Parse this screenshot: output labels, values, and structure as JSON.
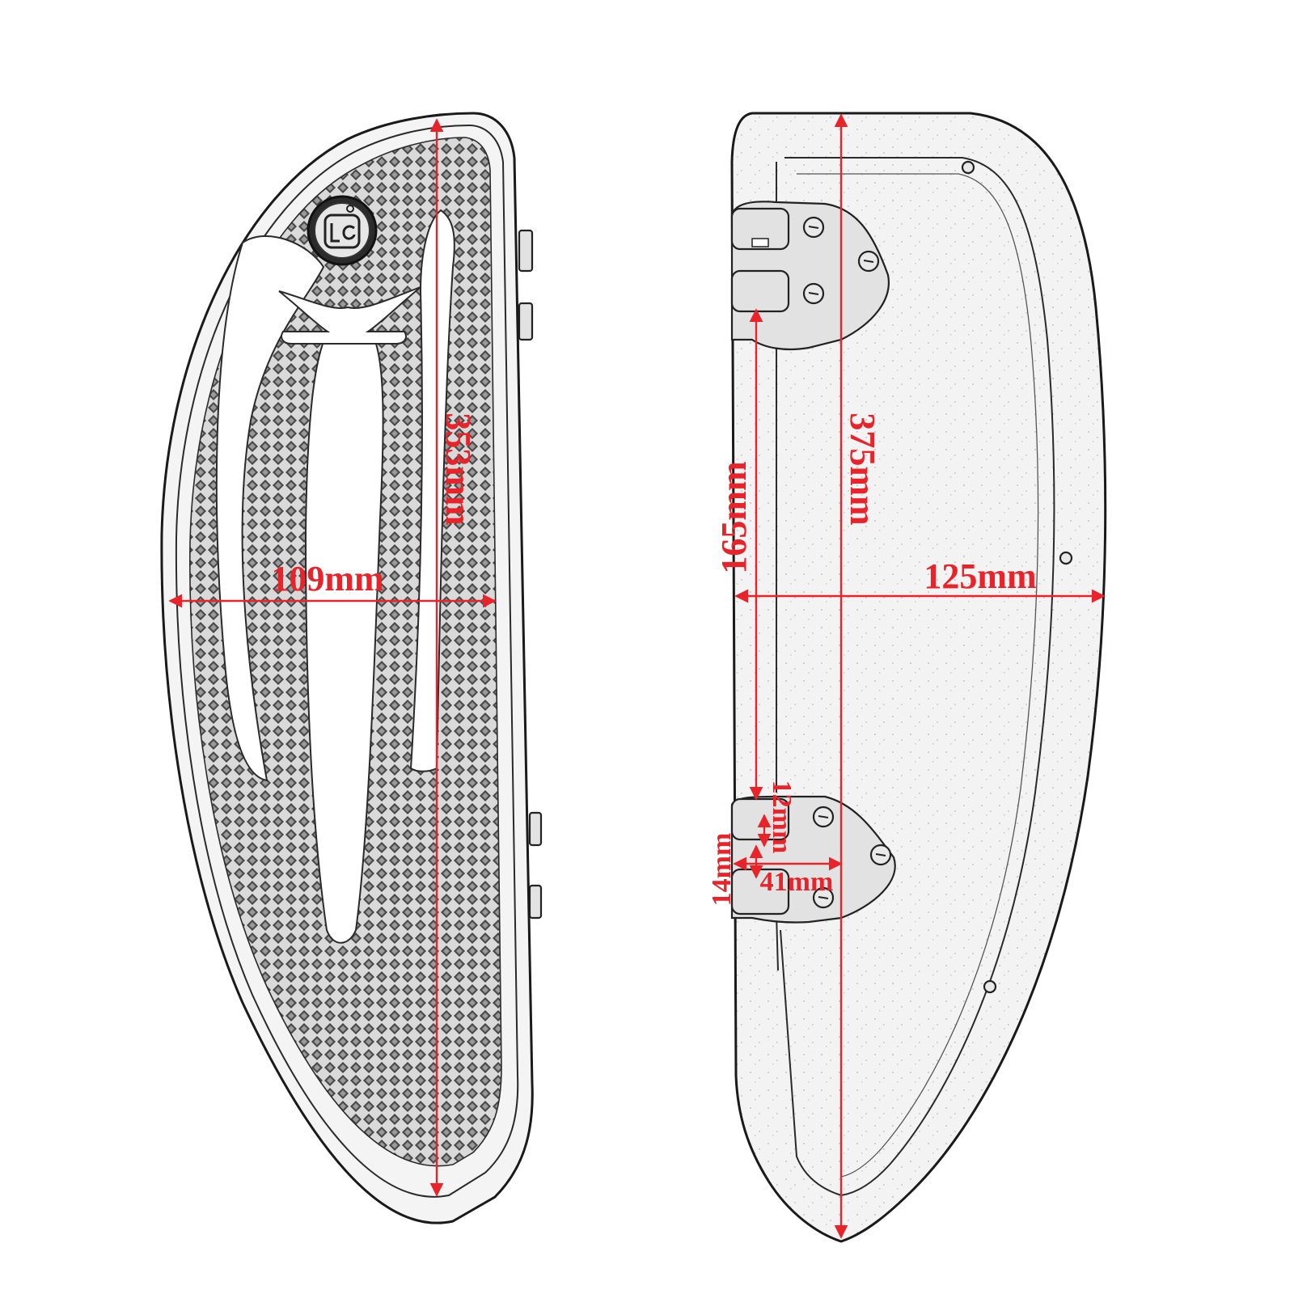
{
  "colors": {
    "dimension": "#e8232a",
    "outline": "#1a1a1a",
    "texture": "#3a3a3a",
    "background": "#ffffff"
  },
  "left_view": {
    "length_label": "353mm",
    "width_label": "109mm",
    "logo_icon": "brand-logo-icon"
  },
  "right_view": {
    "length_label": "375mm",
    "width_label": "125mm",
    "bracket_spacing_label": "165mm",
    "bracket_height_label": "12mm",
    "bracket_offset_label": "14mm",
    "bracket_width_label": "41mm"
  }
}
